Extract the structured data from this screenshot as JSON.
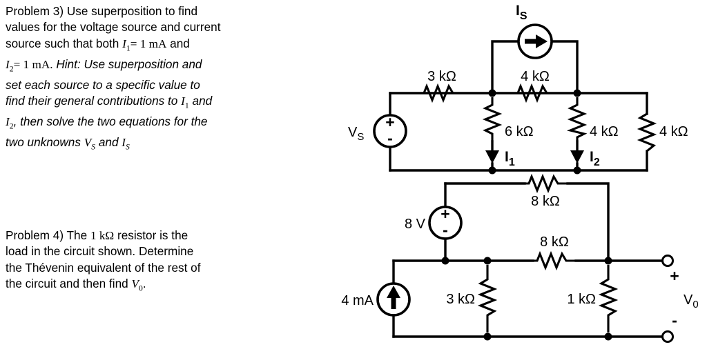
{
  "problem3": {
    "label": "Problem 3)",
    "line1": "Use superposition to find",
    "line2": "values for the voltage source and current",
    "line3_a": "source such that both",
    "line3_eq1": "I",
    "line3_sub1": "1",
    "line3_eq1b": "= 1 mA",
    "line3_and": "and",
    "line4_eq2": "I",
    "line4_sub2": "2",
    "line4_eq2b": "= 1 mA.",
    "hint_head": "Hint:",
    "hint_body1": "Use superposition and",
    "hint_body2": "set each source to a specific value to",
    "hint_body3": "find their general contributions to",
    "hint_I1": "I",
    "hint_I1sub": "1",
    "hint_and": "and",
    "hint_I2": "I",
    "hint_I2sub": "2",
    "hint_body4": ", then solve the two equations for the",
    "hint_body5": "two unknowns",
    "hint_Vs": "V",
    "hint_Vs_sub": "S",
    "hint_and2": "and",
    "hint_Is": "I",
    "hint_Is_sub": "S"
  },
  "problem4": {
    "label": "Problem 4)",
    "line1_a": "The",
    "line1_val": "1 kΩ",
    "line1_b": "resistor is the",
    "line2": "load in the circuit shown.  Determine",
    "line3": "the Thévenin equivalent of the rest of",
    "line4_a": "the circuit and then find",
    "line4_V": "V",
    "line4_Vsub": "0",
    "line4_b": "."
  },
  "circuit_top": {
    "name": "problem-3-circuit",
    "current_source_label": "I",
    "current_source_sub": "S",
    "voltage_source_label": "V",
    "voltage_source_sub": "S",
    "source_plus": "+",
    "source_minus": "-",
    "r_series_3k": "3 kΩ",
    "r_bridge_4k": "4 kΩ",
    "r_6k": "6 kΩ",
    "r_4k_mid": "4 kΩ",
    "r_4k_right": "4 kΩ",
    "i1_label": "I",
    "i1_sub": "1",
    "i2_label": "I",
    "i2_sub": "2"
  },
  "circuit_bottom": {
    "name": "problem-4-circuit",
    "voltage_source_label": "8 V",
    "source_plus": "+",
    "source_minus": "-",
    "current_source_label": "4 mA",
    "r_8k_top": "8 kΩ",
    "r_8k_mid": "8 kΩ",
    "r_3k": "3 kΩ",
    "r_1k": "1 kΩ",
    "out_plus": "+",
    "out_minus": "-",
    "out_label": "V",
    "out_sub": "0"
  },
  "colors": {
    "ink": "#000000",
    "paper": "#ffffff"
  }
}
